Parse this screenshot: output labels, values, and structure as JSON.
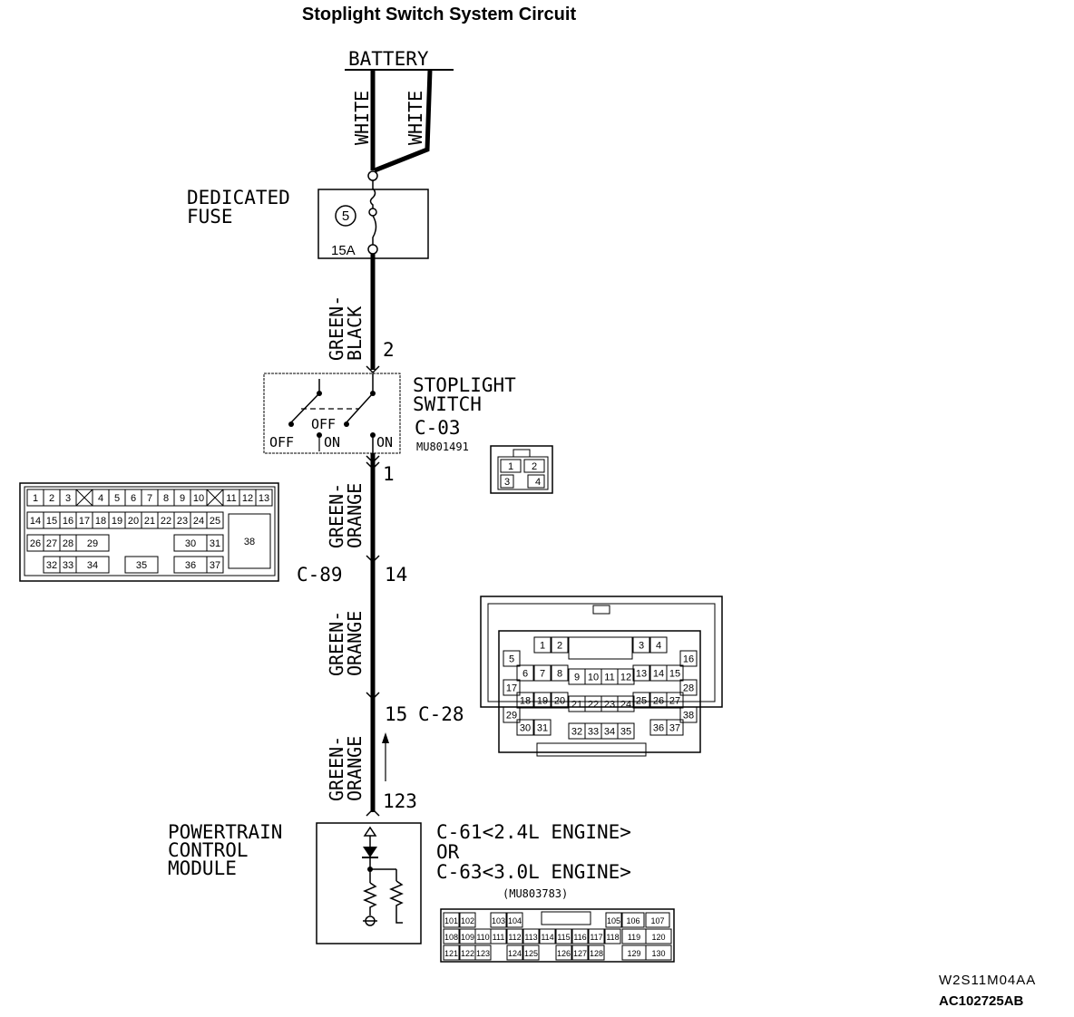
{
  "title": "Stoplight Switch System Circuit",
  "battery": "BATTERY",
  "wire_white": "WHITE",
  "fuse": {
    "line1": "DEDICATED",
    "line2": "FUSE",
    "number": "5",
    "rating": "15A"
  },
  "wire_green_black": {
    "line1": "GREEN-",
    "line2": "BLACK"
  },
  "pin_2": "2",
  "switch": {
    "line1": "STOPLIGHT",
    "line2": "SWITCH",
    "connector": "C-03",
    "part": "MU801491",
    "off": "OFF",
    "on": "ON",
    "connector_pins": [
      "1",
      "2",
      "3",
      "4"
    ]
  },
  "pin_1": "1",
  "wire_green_orange": {
    "line1": "GREEN-",
    "line2": "ORANGE"
  },
  "connector_c89": {
    "label": "C-89",
    "pin": "14",
    "pins": [
      "1",
      "2",
      "3",
      "4",
      "5",
      "6",
      "7",
      "8",
      "9",
      "10",
      "11",
      "12",
      "13",
      "14",
      "15",
      "16",
      "17",
      "18",
      "19",
      "20",
      "21",
      "22",
      "23",
      "24",
      "25",
      "26",
      "27",
      "28",
      "29",
      "30",
      "31",
      "32",
      "33",
      "34",
      "35",
      "36",
      "37",
      "38"
    ]
  },
  "connector_c28": {
    "label": "C-28",
    "pin": "15",
    "pins": [
      "1",
      "2",
      "3",
      "4",
      "5",
      "6",
      "7",
      "8",
      "9",
      "10",
      "11",
      "12",
      "13",
      "14",
      "15",
      "16",
      "17",
      "18",
      "19",
      "20",
      "21",
      "22",
      "23",
      "24",
      "25",
      "26",
      "27",
      "28",
      "29",
      "30",
      "31",
      "32",
      "33",
      "34",
      "35",
      "36",
      "37",
      "38"
    ]
  },
  "pin_123": "123",
  "pcm": {
    "line1": "POWERTRAIN",
    "line2": "CONTROL",
    "line3": "MODULE",
    "conn1": "C-61<2.4L ENGINE>",
    "or": "OR",
    "conn2": "C-63<3.0L ENGINE>",
    "part": "(MU803783)",
    "pins": [
      "101",
      "102",
      "103",
      "104",
      "105",
      "106",
      "107",
      "108",
      "109",
      "110",
      "111",
      "112",
      "113",
      "114",
      "115",
      "116",
      "117",
      "118",
      "119",
      "120",
      "121",
      "122",
      "123",
      "124",
      "125",
      "126",
      "127",
      "128",
      "129",
      "130"
    ]
  },
  "code1": "W2S11M04AA",
  "code2": "AC102725AB"
}
